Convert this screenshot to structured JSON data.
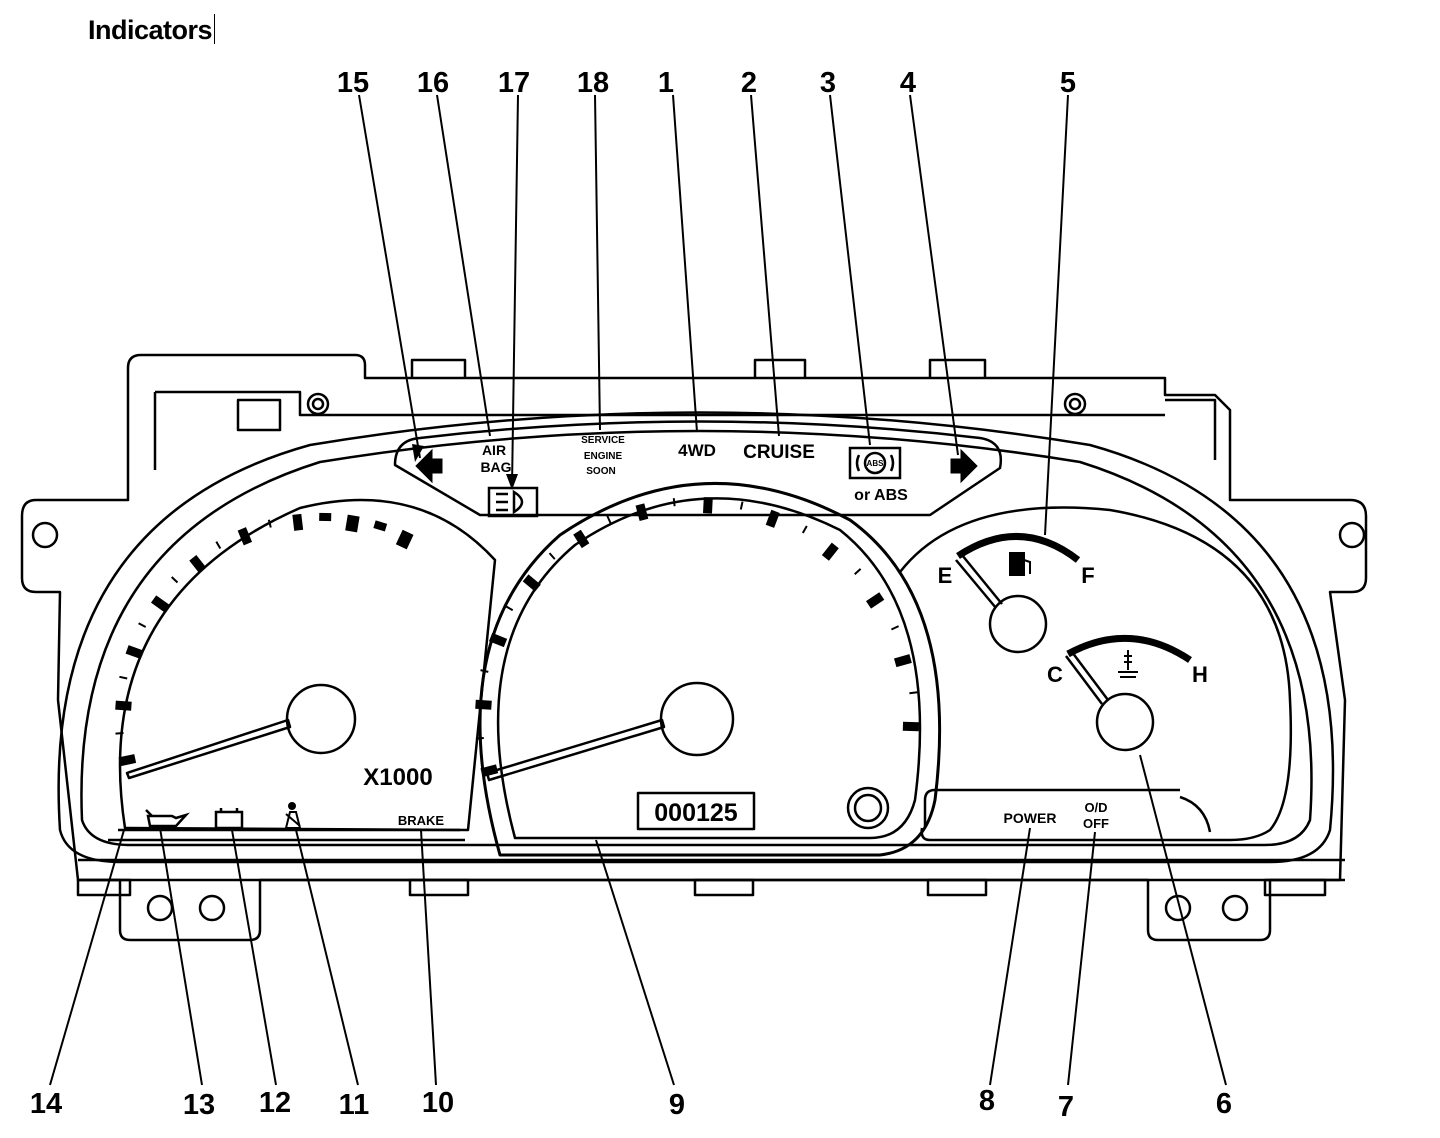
{
  "title": "Indicators",
  "callouts": [
    "1",
    "2",
    "3",
    "4",
    "5",
    "6",
    "7",
    "8",
    "9",
    "10",
    "11",
    "12",
    "13",
    "14",
    "15",
    "16",
    "17",
    "18"
  ],
  "indicators": {
    "airbag_line1": "AIR",
    "airbag_line2": "BAG",
    "service_line1": "SERVICE",
    "service_line2": "ENGINE",
    "service_line3": "SOON",
    "fourwd": "4WD",
    "cruise": "CRUISE",
    "abs_icon_text": "ABS",
    "abs_text": "or ABS",
    "brake": "BRAKE",
    "power": "POWER",
    "od_line1": "O/D",
    "od_line2": "OFF"
  },
  "tachometer": {
    "multiplier": "X1000"
  },
  "odometer": {
    "value": "000125"
  },
  "fuel_gauge": {
    "empty": "E",
    "full": "F"
  },
  "temp_gauge": {
    "cold": "C",
    "hot": "H"
  },
  "icons": [
    "left-turn-arrow-icon",
    "right-turn-arrow-icon",
    "headlamp-icon",
    "abs-icon",
    "fuel-pump-icon",
    "thermometer-icon",
    "oil-can-icon",
    "battery-icon",
    "seatbelt-person-icon"
  ],
  "colors": {
    "ink": "#000000",
    "background": "#ffffff"
  }
}
